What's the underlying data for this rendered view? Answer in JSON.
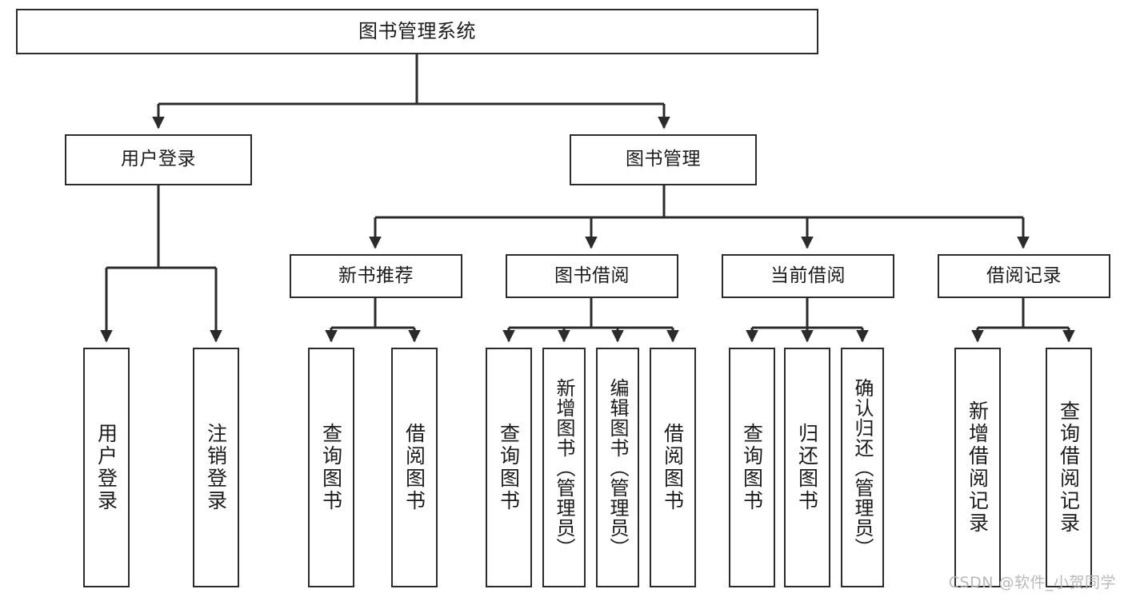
{
  "diagram": {
    "type": "tree",
    "title": "图书管理系统",
    "orientation": "top-down",
    "colors": {
      "box_border": "#2b2b2b",
      "box_fill": "#ffffff",
      "edge": "#2b2b2b",
      "text": "#1b1b1b",
      "watermark": "#b9b9b9"
    }
  },
  "nodes": {
    "root": {
      "label": "图书管理系统"
    },
    "level2": [
      {
        "id": "user-login",
        "label": "用户登录"
      },
      {
        "id": "book-manage",
        "label": "图书管理"
      }
    ],
    "level3": [
      {
        "id": "new-book-recommend",
        "label": "新书推荐"
      },
      {
        "id": "book-borrow",
        "label": "图书借阅"
      },
      {
        "id": "current-borrow",
        "label": "当前借阅"
      },
      {
        "id": "borrow-record",
        "label": "借阅记录"
      }
    ],
    "leaves": {
      "user-login": [
        {
          "id": "leaf-user-login",
          "label": "用户登录"
        },
        {
          "id": "leaf-logout-login",
          "label": "注销登录"
        }
      ],
      "new-book-recommend": [
        {
          "id": "leaf-query-book-1",
          "label": "查询图书"
        },
        {
          "id": "leaf-borrow-book-1",
          "label": "借阅图书"
        }
      ],
      "book-borrow": [
        {
          "id": "leaf-query-book-2",
          "label": "查询图书"
        },
        {
          "id": "leaf-add-book",
          "label": "新增图书（管理员）"
        },
        {
          "id": "leaf-edit-book",
          "label": "编辑图书（管理员）"
        },
        {
          "id": "leaf-borrow-book-2",
          "label": "借阅图书"
        }
      ],
      "current-borrow": [
        {
          "id": "leaf-query-book-3",
          "label": "查询图书"
        },
        {
          "id": "leaf-return-book",
          "label": "归还图书"
        },
        {
          "id": "leaf-confirm-return",
          "label": "确认归还（管理员）"
        }
      ],
      "borrow-record": [
        {
          "id": "leaf-add-record",
          "label": "新增借阅记录"
        },
        {
          "id": "leaf-query-record",
          "label": "查询借阅记录"
        }
      ]
    }
  },
  "watermark": {
    "text": "CSDN @软件_小贺同学"
  }
}
